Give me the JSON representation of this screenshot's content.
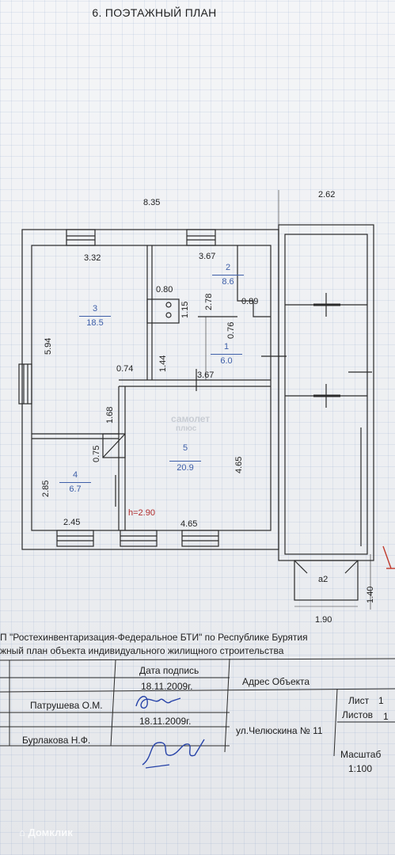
{
  "document": {
    "title": "6. ПОЭТАЖНЫЙ ПЛАН",
    "watermark_line1": "самолет",
    "watermark_line2": "плюс",
    "brand": "Домклик",
    "height_note": "h=2.90"
  },
  "dimensions": {
    "outer_width": "8.35",
    "veranda_width": "2.62",
    "room3_top": "3.32",
    "room2_top": "3.67",
    "niche": "0.80",
    "niche_depth": "1.15",
    "room2_height": "2.78",
    "room1_step": "0.89",
    "room1_small": "0.76",
    "room3_height": "5.94",
    "corridor_offset": "0.74",
    "room1_height": "1.44",
    "room5_top": "3.67",
    "room5_left_height": "1.68",
    "bath_height": "0.75",
    "room5_height": "4.65",
    "room4_height": "2.85",
    "room4_bottom": "2.45",
    "room5_bottom": "4.65",
    "porch_depth": "1.40",
    "porch_width": "1.90",
    "porch_label": "a2"
  },
  "rooms": [
    {
      "num": "3",
      "area": "18.5"
    },
    {
      "num": "2",
      "area": "8.6"
    },
    {
      "num": "1",
      "area": "6.0"
    },
    {
      "num": "5",
      "area": "20.9"
    },
    {
      "num": "4",
      "area": "6.7"
    }
  ],
  "stamp": {
    "org_line": "П \"Ростехинвентаризация-Федеральное БТИ\" по Республике Бурятия",
    "plan_line": "жный план объекта индивидуального жилищного строительства",
    "date_sign_header": "Дата подпись",
    "address_header": "Адрес Объекта",
    "person1": "Патрушева О.М.",
    "date1": "18.11.2009г.",
    "person2": "Бурлакова Н.Ф.",
    "date2": "18.11.2009г.",
    "address": "ул.Челюскина № 11",
    "sheet_label": "Лист",
    "sheet_value": "1",
    "sheets_label": "Листов",
    "sheets_value": "1",
    "scale_label": "Масштаб",
    "scale_value": "1:100"
  }
}
